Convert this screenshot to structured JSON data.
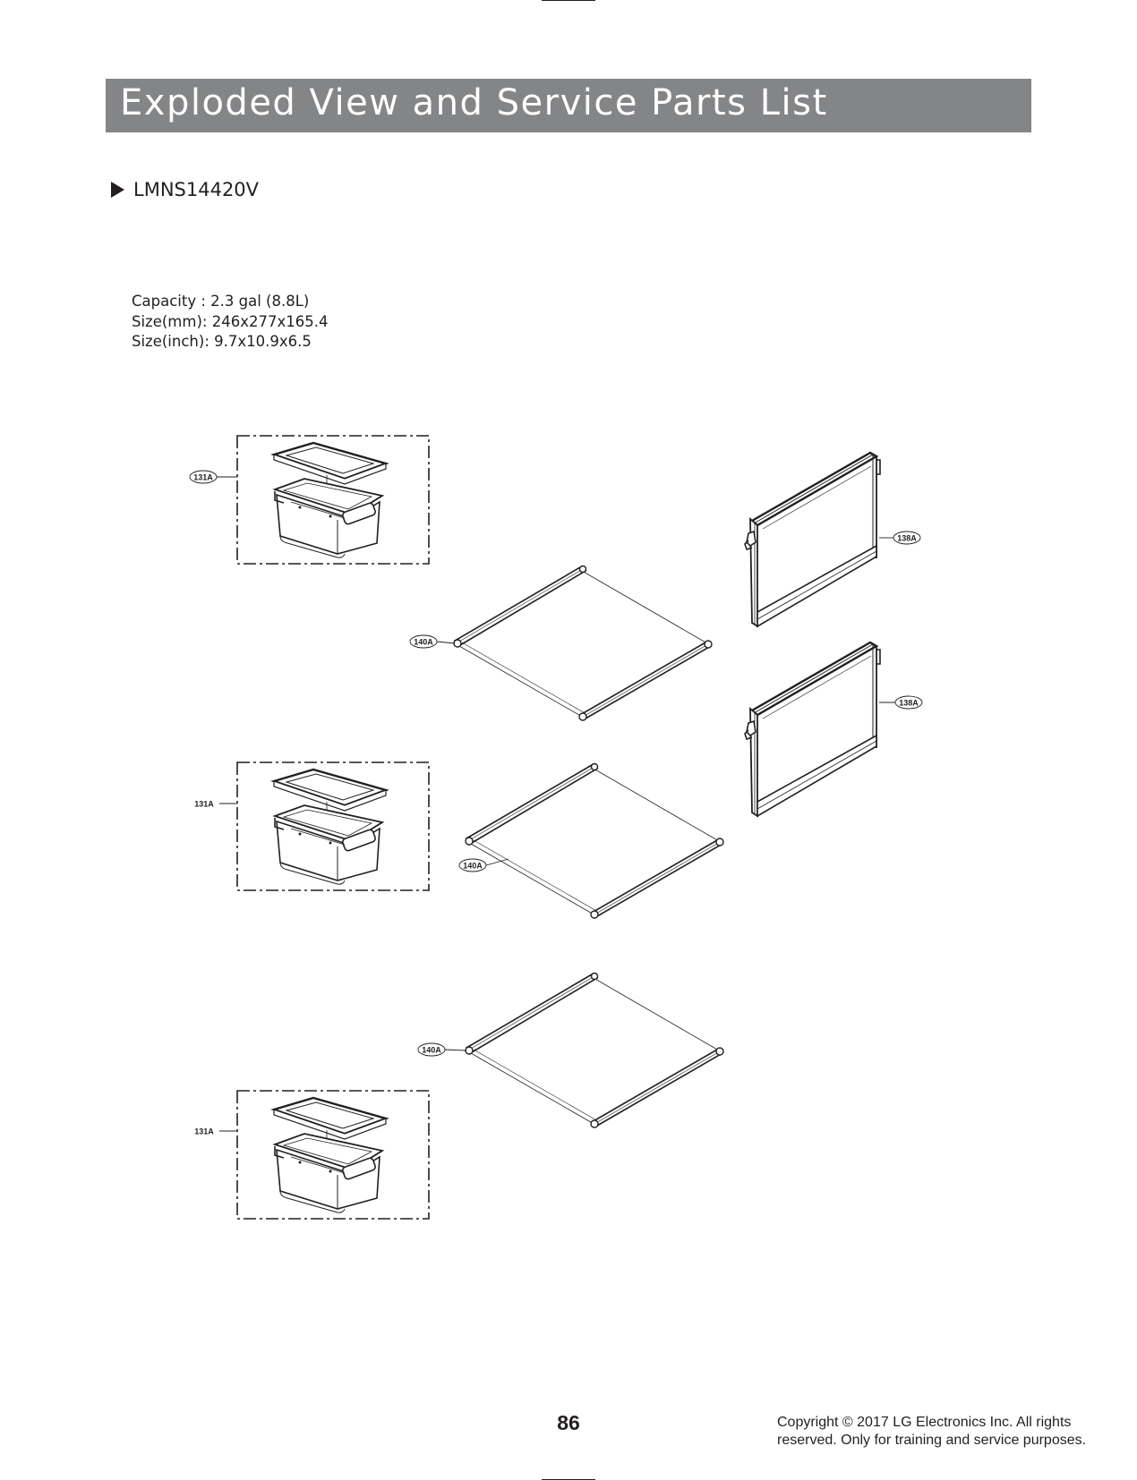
{
  "header": {
    "title": "Exploded View and Service Parts List"
  },
  "model": {
    "name": "LMNS14420V"
  },
  "specs": {
    "capacity": "Capacity : 2.3 gal (8.8L)",
    "size_mm": "Size(mm): 246x277x165.4",
    "size_inch": "Size(inch): 9.7x10.9x6.5"
  },
  "callouts": {
    "bin_top": "131A",
    "bin_mid": "131A",
    "bin_bottom": "131A",
    "shelf_top": "140A",
    "shelf_mid": "140A",
    "shelf_bottom": "140A",
    "door_top": "138A",
    "door_bottom": "138A"
  },
  "footer": {
    "page_number": "86",
    "copyright_line1": "Copyright © 2017 LG Electronics Inc. All rights",
    "copyright_line2": "reserved. Only for training and service purposes."
  }
}
